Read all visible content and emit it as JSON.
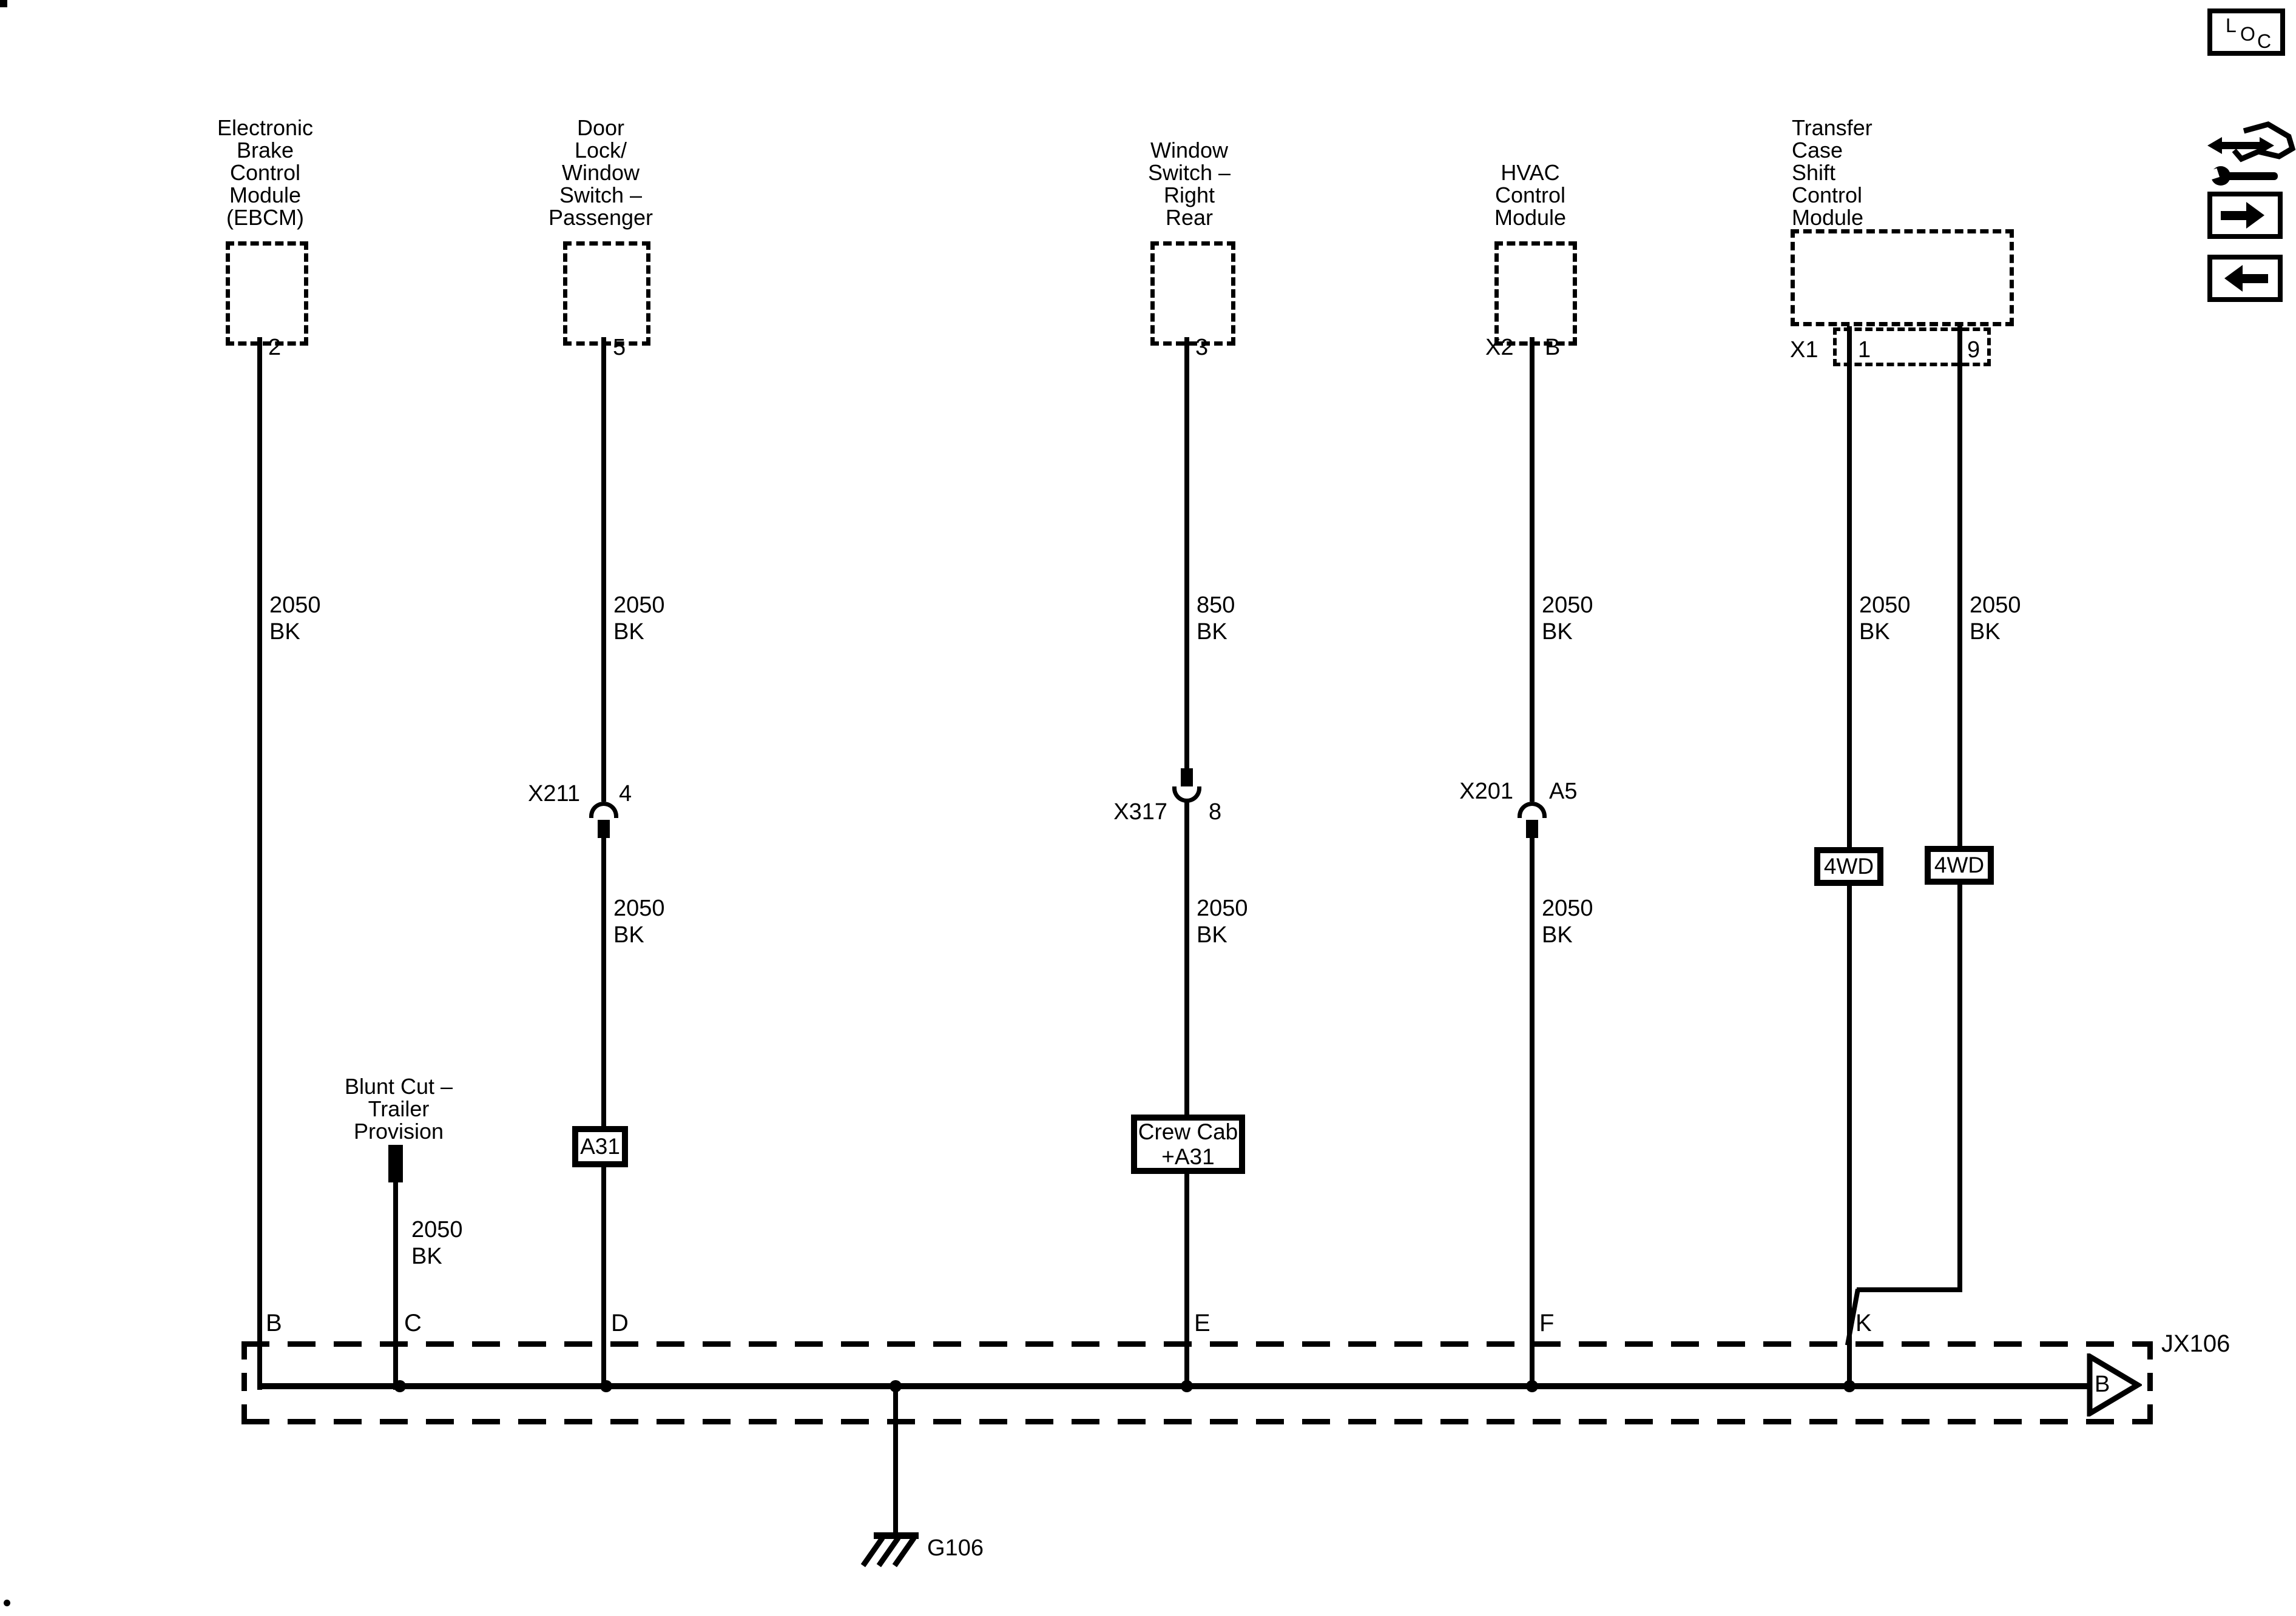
{
  "modules": {
    "ebcm": {
      "name_lines": [
        "Electronic",
        "Brake",
        "Control",
        "Module",
        "(EBCM)"
      ],
      "pin": "2",
      "wire_label": [
        "2050",
        "BK"
      ],
      "bus_terminal": "B"
    },
    "blunt_cut": {
      "name_lines": [
        "Blunt Cut –",
        "Trailer",
        "Provision"
      ],
      "wire_label": [
        "2050",
        "BK"
      ],
      "bus_terminal": "C"
    },
    "door_switch": {
      "name_lines": [
        "Door",
        "Lock/",
        "Window",
        "Switch –",
        "Passenger"
      ],
      "pin": "5",
      "wire_label_upper": [
        "2050",
        "BK"
      ],
      "splice": {
        "name": "X211",
        "pin": "4"
      },
      "wire_label_lower": [
        "2050",
        "BK"
      ],
      "option_box": "A31",
      "bus_terminal": "D"
    },
    "window_switch": {
      "name_lines": [
        "Window",
        "Switch –",
        "Right",
        "Rear"
      ],
      "pin": "3",
      "wire_label_upper": [
        "850",
        "BK"
      ],
      "splice": {
        "name": "X317",
        "pin": "8"
      },
      "wire_label_lower": [
        "2050",
        "BK"
      ],
      "option_box_lines": [
        "Crew Cab",
        "+A31"
      ],
      "bus_terminal": "E"
    },
    "hvac": {
      "name_lines": [
        "HVAC",
        "Control",
        "Module"
      ],
      "connector": "X2",
      "pin": "B",
      "wire_label_upper": [
        "2050",
        "BK"
      ],
      "splice": {
        "name": "X201",
        "pin": "A5"
      },
      "wire_label_lower": [
        "2050",
        "BK"
      ],
      "bus_terminal": "F"
    },
    "transfer_case": {
      "name_lines": [
        "Transfer",
        "Case",
        "Shift",
        "Control",
        "Module"
      ],
      "connector": "X1",
      "pin_left": "1",
      "pin_right": "9",
      "wire_label_left": [
        "2050",
        "BK"
      ],
      "wire_label_right": [
        "2050",
        "BK"
      ],
      "tag_left": "4WD",
      "tag_right": "4WD",
      "bus_terminal": "K"
    }
  },
  "bus": {
    "label": "JX106",
    "arrow_terminal": "B"
  },
  "ground": {
    "label": "G106"
  },
  "icons": {
    "loc_letters": [
      "L",
      "O",
      "C"
    ]
  },
  "colors": {
    "line": "#000000",
    "background": "#ffffff"
  }
}
